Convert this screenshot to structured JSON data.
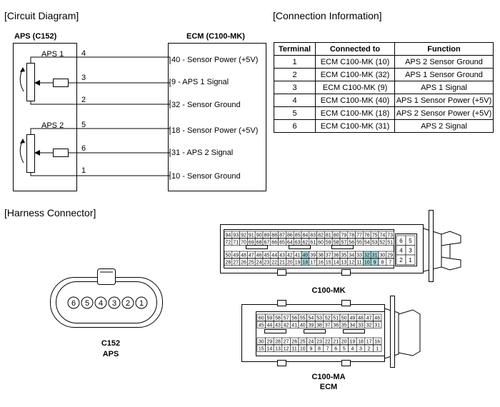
{
  "circuit": {
    "title": "[Circuit Diagram]",
    "aps_header": "APS (C152)",
    "ecm_header": "ECM (C100-MK)",
    "aps1_label": "APS 1",
    "aps2_label": "APS 2",
    "aps_pins": [
      "4",
      "3",
      "2",
      "5",
      "6",
      "1"
    ],
    "ecm_pins": [
      {
        "num": "40",
        "label": " - Sensor Power (+5V)"
      },
      {
        "num": "9",
        "label": " - APS 1 Signal"
      },
      {
        "num": "32",
        "label": " - Sensor Ground"
      },
      {
        "num": "18",
        "label": " - Sensor Power (+5V)"
      },
      {
        "num": "31",
        "label": " - APS 2 Signal"
      },
      {
        "num": "10",
        "label": " - Sensor Ground"
      }
    ]
  },
  "connection": {
    "title": "[Connection Information]",
    "headers": [
      "Terminal",
      "Connected to",
      "Function"
    ],
    "rows": [
      [
        "1",
        "ECM C100-MK (10)",
        "APS 2 Sensor Ground"
      ],
      [
        "2",
        "ECM C100-MK (32)",
        "APS 1 Sensor Ground"
      ],
      [
        "3",
        "ECM C100-MK (9)",
        "APS 1 Signal"
      ],
      [
        "4",
        "ECM C100-MK (40)",
        "APS 1 Sensor Power (+5V)"
      ],
      [
        "5",
        "ECM C100-MK (18)",
        "APS 2 Sensor Power (+5V)"
      ],
      [
        "6",
        "ECM C100-MK (31)",
        "APS 2 Signal"
      ]
    ]
  },
  "harness": {
    "title": "[Harness Connector]",
    "c152_pins": [
      "6",
      "5",
      "4",
      "3",
      "2",
      "1"
    ],
    "c152_label_1": "C152",
    "c152_label_2": "APS",
    "mk_label": "C100-MK",
    "mk_rows": [
      [
        "94",
        "93",
        "92",
        "91",
        "90",
        "89",
        "88",
        "87",
        "86",
        "85",
        "84",
        "83",
        "82",
        "81",
        "80",
        "79",
        "78",
        "77",
        "76",
        "75",
        "74",
        "73"
      ],
      [
        "72",
        "71",
        "70",
        "69",
        "68",
        "67",
        "66",
        "65",
        "64",
        "63",
        "62",
        "61",
        "60",
        "59",
        "58",
        "57",
        "56",
        "55",
        "54",
        "53",
        "52",
        "51"
      ],
      [
        "50",
        "49",
        "48",
        "47",
        "46",
        "45",
        "44",
        "43",
        "42",
        "41",
        "40",
        "39",
        "38",
        "37",
        "36",
        "35",
        "34",
        "33",
        "32",
        "31",
        "30",
        "29"
      ],
      [
        "28",
        "27",
        "26",
        "25",
        "24",
        "23",
        "22",
        "21",
        "20",
        "19",
        "18",
        "17",
        "16",
        "15",
        "14",
        "13",
        "12",
        "11",
        "10",
        "9",
        "8",
        "7"
      ]
    ],
    "mk_highlight": [
      "40",
      "32",
      "31",
      "18",
      "10",
      "9"
    ],
    "mk_side_rows": [
      [
        "6",
        "5"
      ],
      [
        "4",
        "3"
      ],
      [
        "2",
        "1"
      ]
    ],
    "ma_label_1": "C100-MA",
    "ma_label_2": "ECM",
    "ma_rows": [
      [
        "60",
        "59",
        "58",
        "57",
        "56",
        "55",
        "54",
        "53",
        "52",
        "51",
        "50",
        "49",
        "48",
        "47",
        "46"
      ],
      [
        "45",
        "44",
        "43",
        "42",
        "41",
        "40",
        "39",
        "38",
        "37",
        "36",
        "35",
        "34",
        "33",
        "32",
        "31"
      ],
      [
        "30",
        "29",
        "28",
        "27",
        "26",
        "25",
        "24",
        "23",
        "22",
        "21",
        "20",
        "19",
        "18",
        "17",
        "16"
      ],
      [
        "15",
        "14",
        "13",
        "12",
        "11",
        "10",
        "9",
        "8",
        "7",
        "6",
        "5",
        "4",
        "3",
        "2",
        "1"
      ]
    ],
    "highlight_color": "#a8d8dc"
  }
}
